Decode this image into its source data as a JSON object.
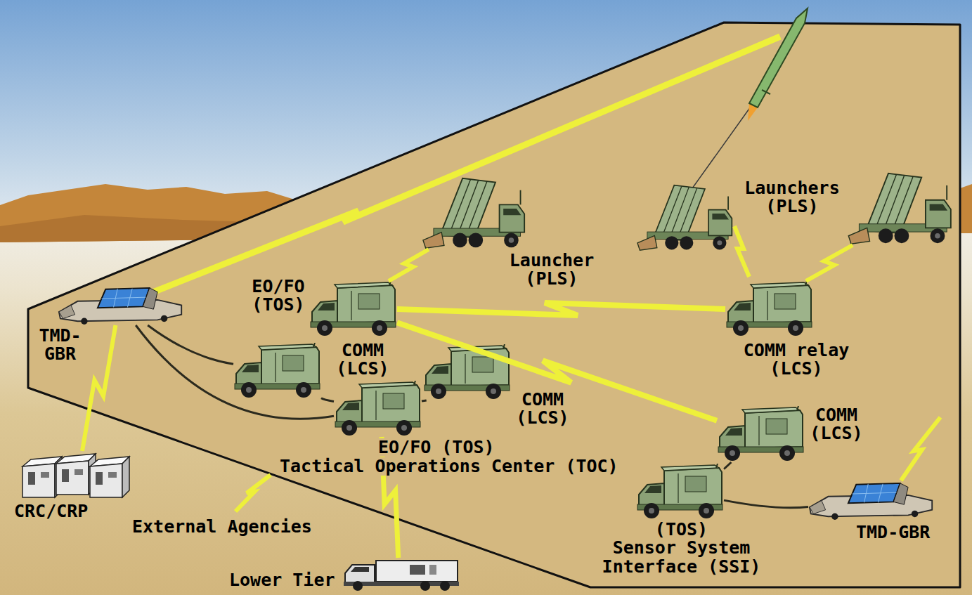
{
  "diagram": {
    "nodes": [
      {
        "text": [
          "TMD- GBR"
        ]
      },
      {
        "text": [
          "Launcher (PLS)"
        ]
      },
      {
        "text": [
          "EO/FO (TOS)"
        ]
      },
      {
        "text": [
          "COMM (LCS)"
        ]
      },
      {
        "text": [
          "COMM (LCS)"
        ]
      },
      {
        "text": [
          "EO/FO (TOS)"
        ]
      },
      {
        "text": [
          "Launchers (PLS)"
        ]
      },
      {
        "text": [
          "COMM relay (LCS)"
        ]
      },
      {
        "text": [
          "COMM (LCS)"
        ]
      },
      {
        "text": [
          "(TOS)",
          "Sensor System Interface (SSI)"
        ]
      },
      {
        "text": [
          "TMD-GBR"
        ]
      },
      {
        "text": [
          "CRC/CRP"
        ]
      },
      {
        "text": [
          "Lower Tier"
        ]
      }
    ],
    "edges": [
      {
        "from": 0,
        "to": 3,
        "arrow": "none"
      },
      {
        "from": 0,
        "to": 5,
        "arrow": "none"
      },
      {
        "from": 3,
        "to": 5,
        "arrow": "none"
      },
      {
        "from": 4,
        "to": 5,
        "arrow": "none"
      },
      {
        "from": 2,
        "to": 1,
        "arrow": "none"
      },
      {
        "from": 2,
        "to": 7,
        "arrow": "none"
      },
      {
        "from": 2,
        "to": 8,
        "arrow": "none"
      },
      {
        "from": 7,
        "to": 6,
        "arrow": "none"
      },
      {
        "from": 8,
        "to": 9,
        "arrow": "none"
      },
      {
        "from": 9,
        "to": 10,
        "arrow": "none"
      },
      {
        "from": 0,
        "to": 11,
        "arrow": "none"
      },
      {
        "from": 5,
        "to": 12,
        "arrow": "none"
      }
    ],
    "labels": [
      "Tactical Operations Center (TOC)",
      "External Agencies"
    ]
  }
}
